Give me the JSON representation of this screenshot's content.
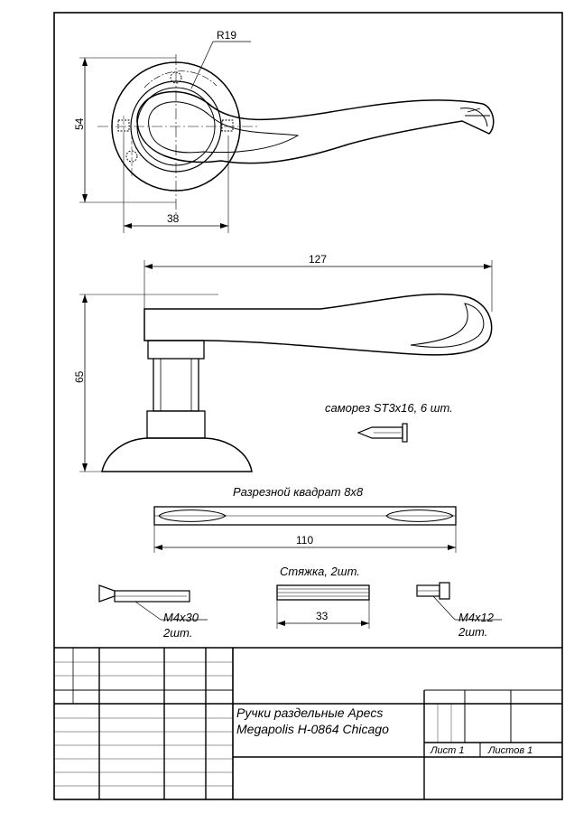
{
  "drawing": {
    "top_view": {
      "radius_label": "R19",
      "height_label": "54",
      "width_label": "38"
    },
    "side_view": {
      "length_label": "127",
      "height_label": "65"
    },
    "screw": {
      "label": "саморез ST3x16, 6 шт."
    },
    "spindle": {
      "label": "Разрезной квадрат 8x8",
      "length_label": "110"
    },
    "bolt_m4x30": {
      "size_label": "M4x30",
      "qty_label": "2шт."
    },
    "connector": {
      "label": "Стяжка, 2шт.",
      "length_label": "33"
    },
    "bolt_m4x12": {
      "size_label": "M4x12",
      "qty_label": "2шт."
    }
  },
  "title_block": {
    "title_line1": "Ручки раздельные Apecs",
    "title_line2": "Megapolis H-0864 Chicago",
    "sheet_label": "Лист 1",
    "sheets_label": "Листов 1"
  }
}
